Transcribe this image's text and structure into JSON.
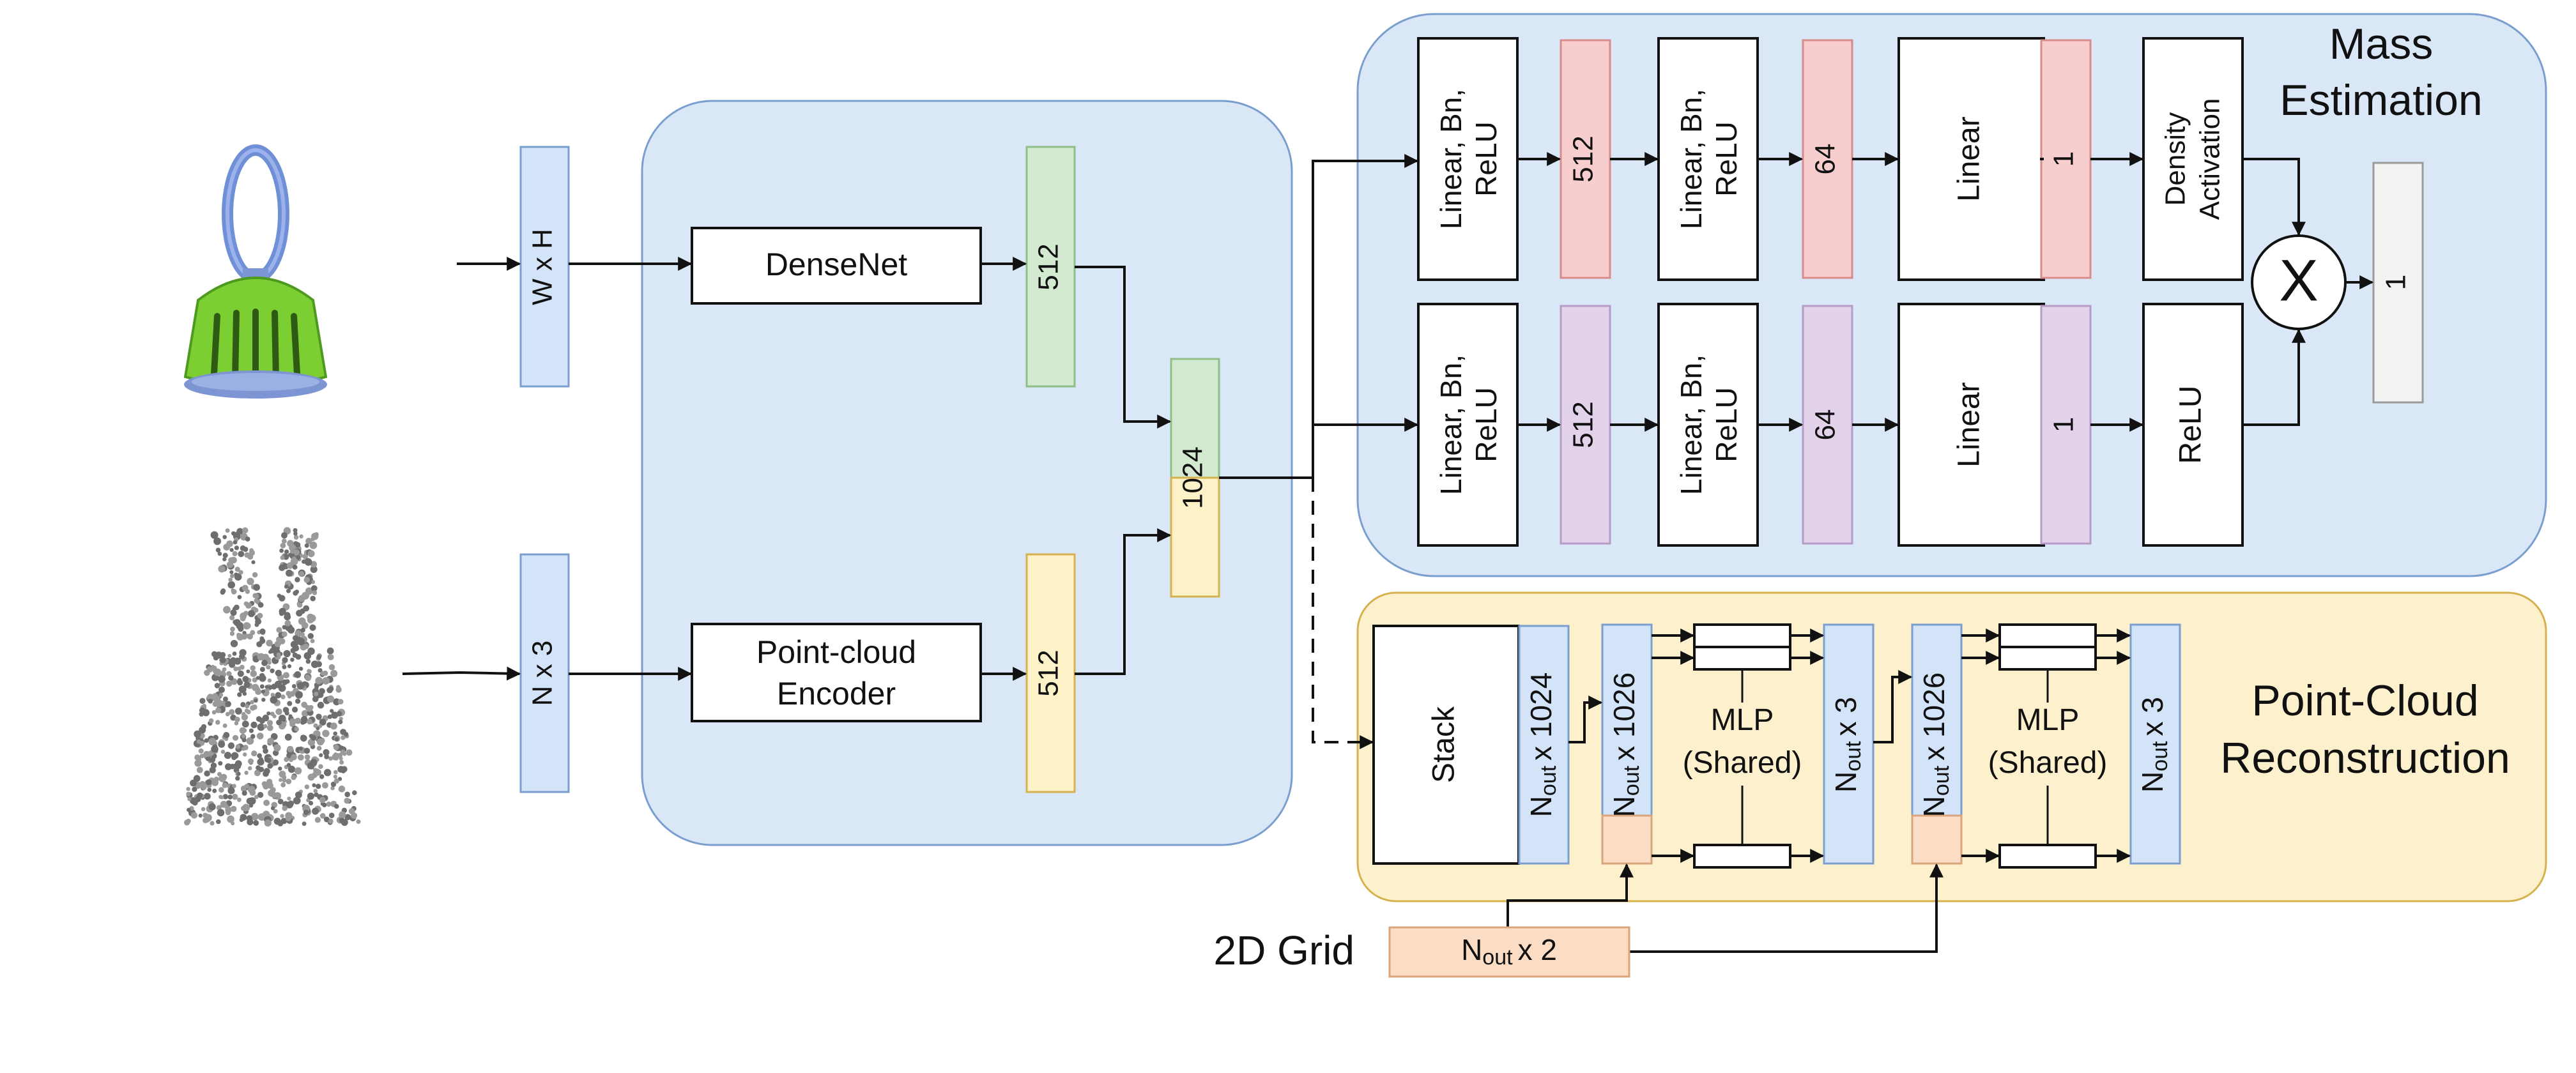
{
  "colors": {
    "blue_panel": "#dae7f7",
    "blue_panel_stroke": "#7a9fcf",
    "yellow_panel": "#fdf0cc",
    "yellow_panel_stroke": "#d6b24e",
    "blue_block": "#d3e3f8",
    "green_block": "#d3ead0",
    "yellow_block": "#fdf1c7",
    "red_block": "#f7cdcd",
    "purple_block": "#e2d3ea",
    "orange_block": "#fbdcc4",
    "gray_block": "#f2f2f2",
    "line": "#111111"
  },
  "inputs": {
    "image_size": "W x H",
    "points_size": "N x 3"
  },
  "encoder": {
    "densenet": "DenseNet",
    "pc_encoder_line1": "Point-cloud",
    "pc_encoder_line2": "Encoder",
    "img_feat": "512",
    "pc_feat": "512",
    "concat": "1024"
  },
  "mass": {
    "title_line1": "Mass",
    "title_line2": "Estimation",
    "top": {
      "block1": [
        "Linear, Bn,",
        "ReLU"
      ],
      "feat1": "512",
      "block2": [
        "Linear, Bn,",
        "ReLU"
      ],
      "feat2": "64",
      "block3": "Linear",
      "feat3": "1",
      "block4": [
        "Density",
        "Activation"
      ]
    },
    "bottom": {
      "block1": [
        "Linear, Bn,",
        "ReLU"
      ],
      "feat1": "512",
      "block2": [
        "Linear, Bn,",
        "ReLU"
      ],
      "feat2": "64",
      "block3": "Linear",
      "feat3": "1",
      "block4": "ReLU"
    },
    "multiply": "X",
    "output": "1"
  },
  "recon": {
    "title_line1": "Point-Cloud",
    "title_line2": "Reconstruction",
    "stack": "Stack",
    "n_main": "N",
    "out_sub": "out",
    "x1024": "x 1024",
    "x1026": "x 1026",
    "x3": "x 3",
    "n_grid": "N",
    "mlp_line1": "MLP",
    "mlp_line2": "(Shared)"
  },
  "grid": {
    "label": "2D Grid",
    "n": "N",
    "out_sub": "out",
    "x2": "x 2"
  }
}
